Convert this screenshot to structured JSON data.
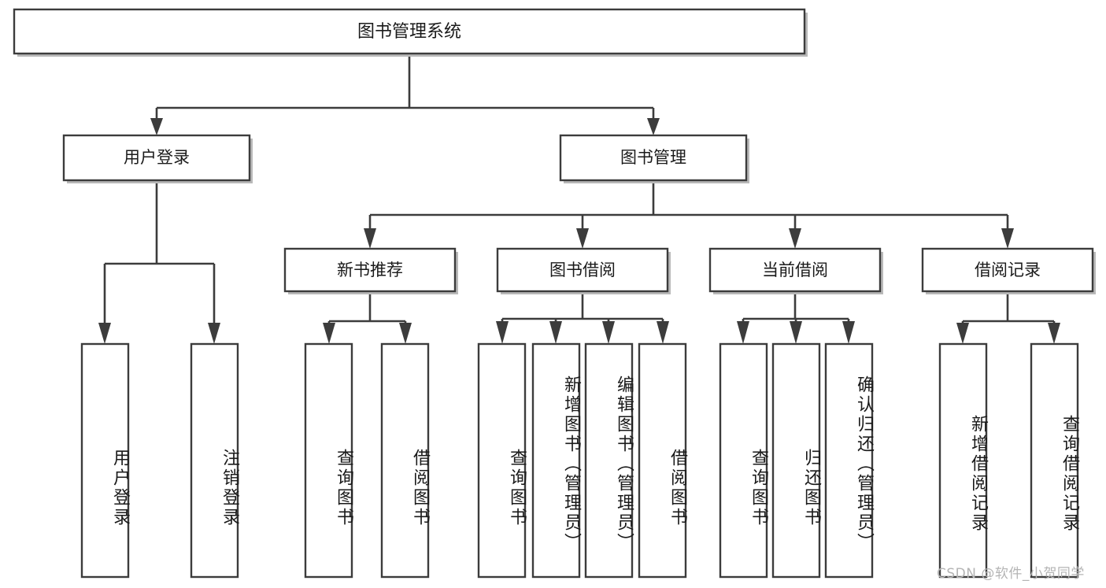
{
  "diagram": {
    "title": "图书管理系统",
    "type": "tree-hierarchy",
    "watermark": "CSDN @软件_小贺同学",
    "colors": {
      "box_stroke": "#3c3c3c",
      "box_fill": "#ffffff",
      "line": "#3c3c3c",
      "text": "#1a1a1a",
      "watermark": "#b4b4b4",
      "background": "#ffffff"
    },
    "root": {
      "label": "图书管理系统",
      "orientation": "horizontal"
    },
    "level2": [
      {
        "label": "用户登录",
        "orientation": "horizontal"
      },
      {
        "label": "图书管理",
        "orientation": "horizontal"
      }
    ],
    "level3": [
      {
        "label": "新书推荐",
        "orientation": "horizontal",
        "parent": "图书管理"
      },
      {
        "label": "图书借阅",
        "orientation": "horizontal",
        "parent": "图书管理"
      },
      {
        "label": "当前借阅",
        "orientation": "horizontal",
        "parent": "图书管理"
      },
      {
        "label": "借阅记录",
        "orientation": "horizontal",
        "parent": "图书管理"
      }
    ],
    "leaves": {
      "用户登录": [
        {
          "label": "用户登录",
          "orientation": "vertical"
        },
        {
          "label": "注销登录",
          "orientation": "vertical"
        }
      ],
      "新书推荐": [
        {
          "label": "查询图书",
          "orientation": "vertical"
        },
        {
          "label": "借阅图书",
          "orientation": "vertical"
        }
      ],
      "图书借阅": [
        {
          "label": "查询图书",
          "orientation": "vertical"
        },
        {
          "label": "新增图书（管理员）",
          "orientation": "vertical"
        },
        {
          "label": "编辑图书（管理员）",
          "orientation": "vertical"
        },
        {
          "label": "借阅图书",
          "orientation": "vertical"
        }
      ],
      "当前借阅": [
        {
          "label": "查询图书",
          "orientation": "vertical"
        },
        {
          "label": "归还图书",
          "orientation": "vertical"
        },
        {
          "label": "确认归还（管理员）",
          "orientation": "vertical"
        }
      ],
      "借阅记录": [
        {
          "label": "新增借阅记录",
          "orientation": "vertical"
        },
        {
          "label": "查询借阅记录",
          "orientation": "vertical"
        }
      ]
    }
  }
}
